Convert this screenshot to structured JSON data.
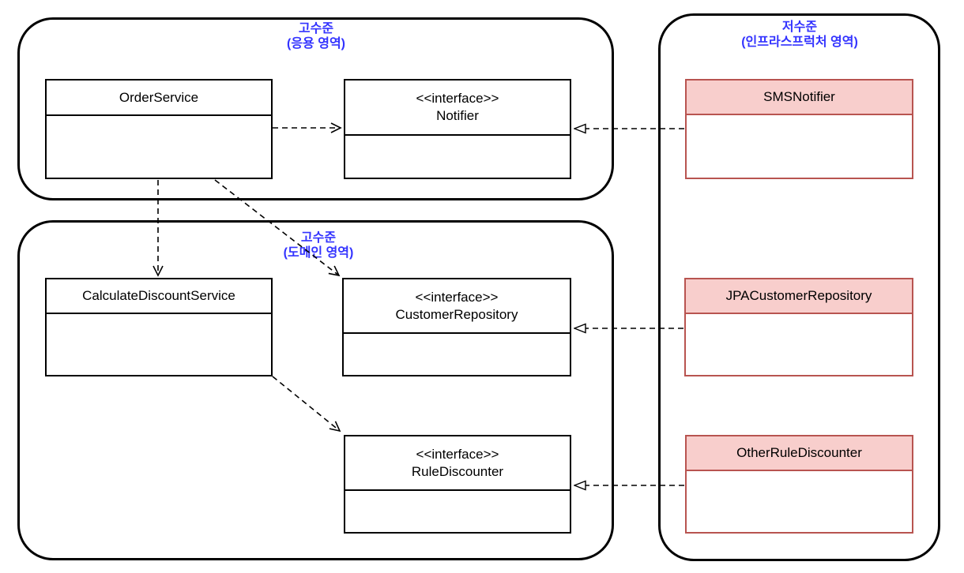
{
  "diagram_type": "uml-dependency-inversion-diagram",
  "colors": {
    "area_label_blue": "#3333ff",
    "area_border": "#000000",
    "class_fill": "#ffffff",
    "class_border": "#000000",
    "infra_header_fill": "#f8cecc",
    "infra_border": "#b85450",
    "arrow_color": "#000000"
  },
  "areas": {
    "application": {
      "line1": "고수준",
      "line2": "(응용 영역)"
    },
    "domain": {
      "line1": "고수준",
      "line2": "(도메인 영역)"
    },
    "infrastructure": {
      "line1": "저수준",
      "line2": "(인프라스프럭처 영역)"
    }
  },
  "classes": {
    "order_service": {
      "name": "OrderService"
    },
    "notifier": {
      "stereotype": "<<interface>>",
      "name": "Notifier"
    },
    "calculate_discount_service": {
      "name": "CalculateDiscountService"
    },
    "customer_repository": {
      "stereotype": "<<interface>>",
      "name": "CustomerRepository"
    },
    "rule_discounter": {
      "stereotype": "<<interface>>",
      "name": "RuleDiscounter"
    },
    "sms_notifier": {
      "name": "SMSNotifier"
    },
    "jpa_customer_repository": {
      "name": "JPACustomerRepository"
    },
    "other_rule_discounter": {
      "name": "OtherRuleDiscounter"
    }
  },
  "relationships": [
    {
      "from": "OrderService",
      "to": "Notifier",
      "type": "dependency",
      "line_style": "dashed",
      "arrowhead": "open"
    },
    {
      "from": "OrderService",
      "to": "CalculateDiscountService",
      "type": "dependency",
      "line_style": "dashed",
      "arrowhead": "open"
    },
    {
      "from": "OrderService",
      "to": "CustomerRepository",
      "type": "dependency",
      "line_style": "dashed",
      "arrowhead": "open"
    },
    {
      "from": "CalculateDiscountService",
      "to": "RuleDiscounter",
      "type": "dependency",
      "line_style": "dashed",
      "arrowhead": "open"
    },
    {
      "from": "SMSNotifier",
      "to": "Notifier",
      "type": "realization",
      "line_style": "dashed",
      "arrowhead": "hollow-triangle"
    },
    {
      "from": "JPACustomerRepository",
      "to": "CustomerRepository",
      "type": "realization",
      "line_style": "dashed",
      "arrowhead": "hollow-triangle"
    },
    {
      "from": "OtherRuleDiscounter",
      "to": "RuleDiscounter",
      "type": "realization",
      "line_style": "dashed",
      "arrowhead": "hollow-triangle"
    }
  ]
}
